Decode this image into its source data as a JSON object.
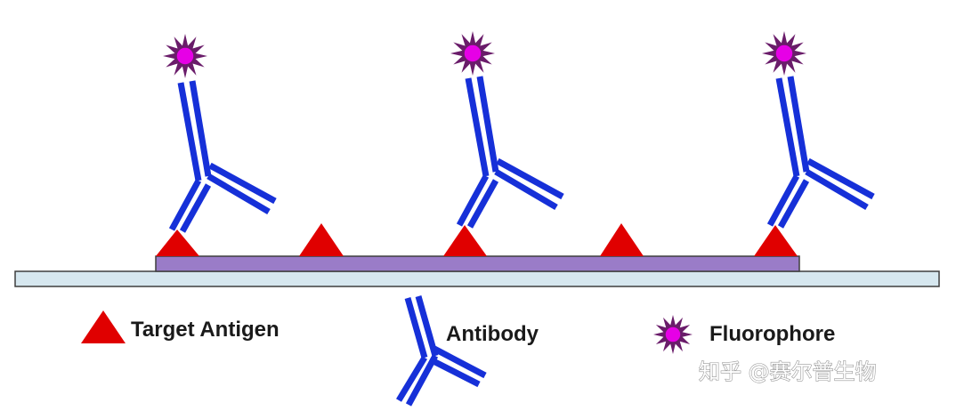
{
  "colors": {
    "antigen": "#e00000",
    "antibody": "#1630d8",
    "fluorophore_core": "#e600e6",
    "fluorophore_spikes": "#6a1c6a",
    "slide": "#d6e7ef",
    "slide_border": "#3e3e3e",
    "membrane": "#9a7cc8"
  },
  "legend": {
    "antigen_label": "Target Antigen",
    "antibody_label": "Antibody",
    "fluorophore_label": "Fluorophore"
  },
  "watermark": {
    "text": "知乎 @赛尔普生物"
  }
}
